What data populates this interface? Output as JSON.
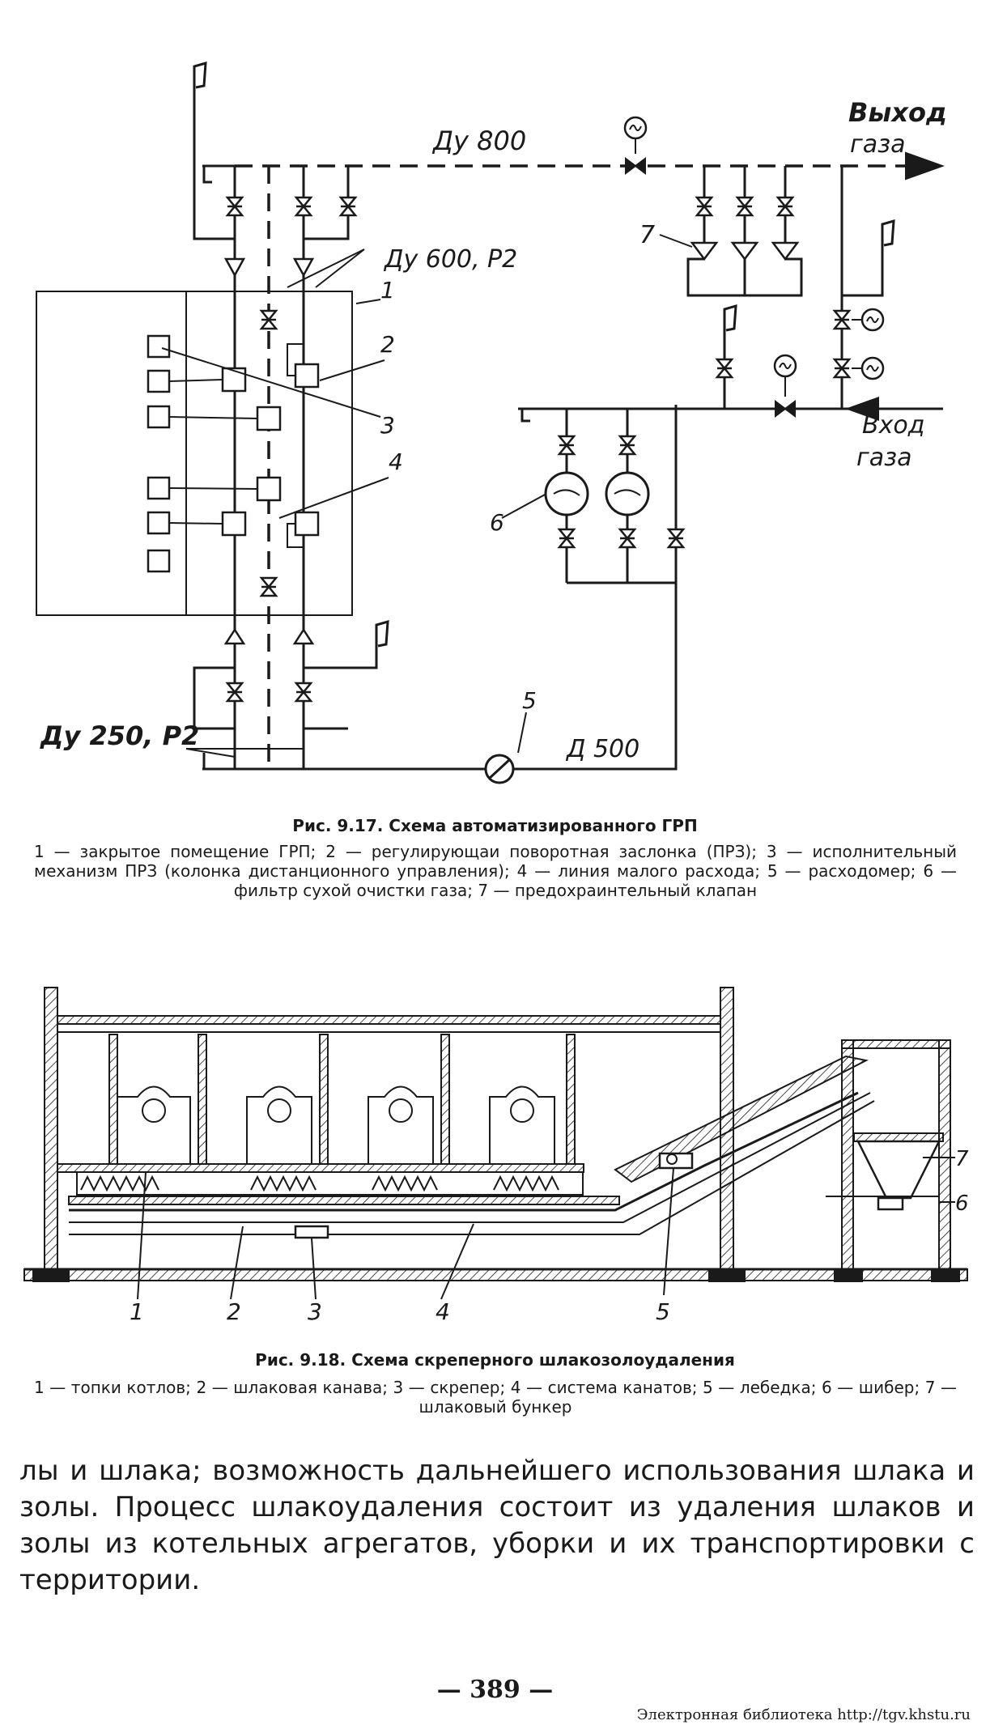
{
  "figure1": {
    "caption": "Рис. 9.17. Схема автоматизированного ГРП",
    "legend": "1 — закрытое помещение ГРП; 2 — регулирующаи поворотная заслонка (ПРЗ); 3 — исполнительный механизм ПРЗ (колонка дистанционного управления); 4 — линия малого расхода; 5 — расходомер; 6 — фильтр сухой очистки газа; 7 — предохраинтельный клапан",
    "labels": {
      "du800": "Ду 800",
      "du600": "Ду 600, P2",
      "du250": "Ду 250, P2",
      "d500": "Д 500",
      "gas_out_1": "Выход",
      "gas_out_2": "газа",
      "gas_in_1": "Вход",
      "gas_in_2": "газа",
      "n1": "1",
      "n2": "2",
      "n3": "3",
      "n4": "4",
      "n5": "5",
      "n6": "6",
      "n7": "7"
    }
  },
  "figure2": {
    "caption": "Рис. 9.18. Схема скреперного шлакозолоудаления",
    "legend": "1 — топки котлов; 2 — шлаковая канава; 3 — скрепер; 4 — система канатов; 5 — лебедка; 6 — шибер; 7 — шлаковый бункер",
    "labels": {
      "n1": "1",
      "n2": "2",
      "n3": "3",
      "n4": "4",
      "n5": "5",
      "n6": "6",
      "n7": "7"
    }
  },
  "body": {
    "paragraph": "лы и шлака; возможность дальнейшего использования шлака и золы. Процесс шлакоудаления состоит из удаления шлаков и золы из котельных агрегатов, уборки и их транспортировки с территории."
  },
  "page_number": "— 389 —",
  "footer": "Электронная библиотека http://tgv.khstu.ru"
}
